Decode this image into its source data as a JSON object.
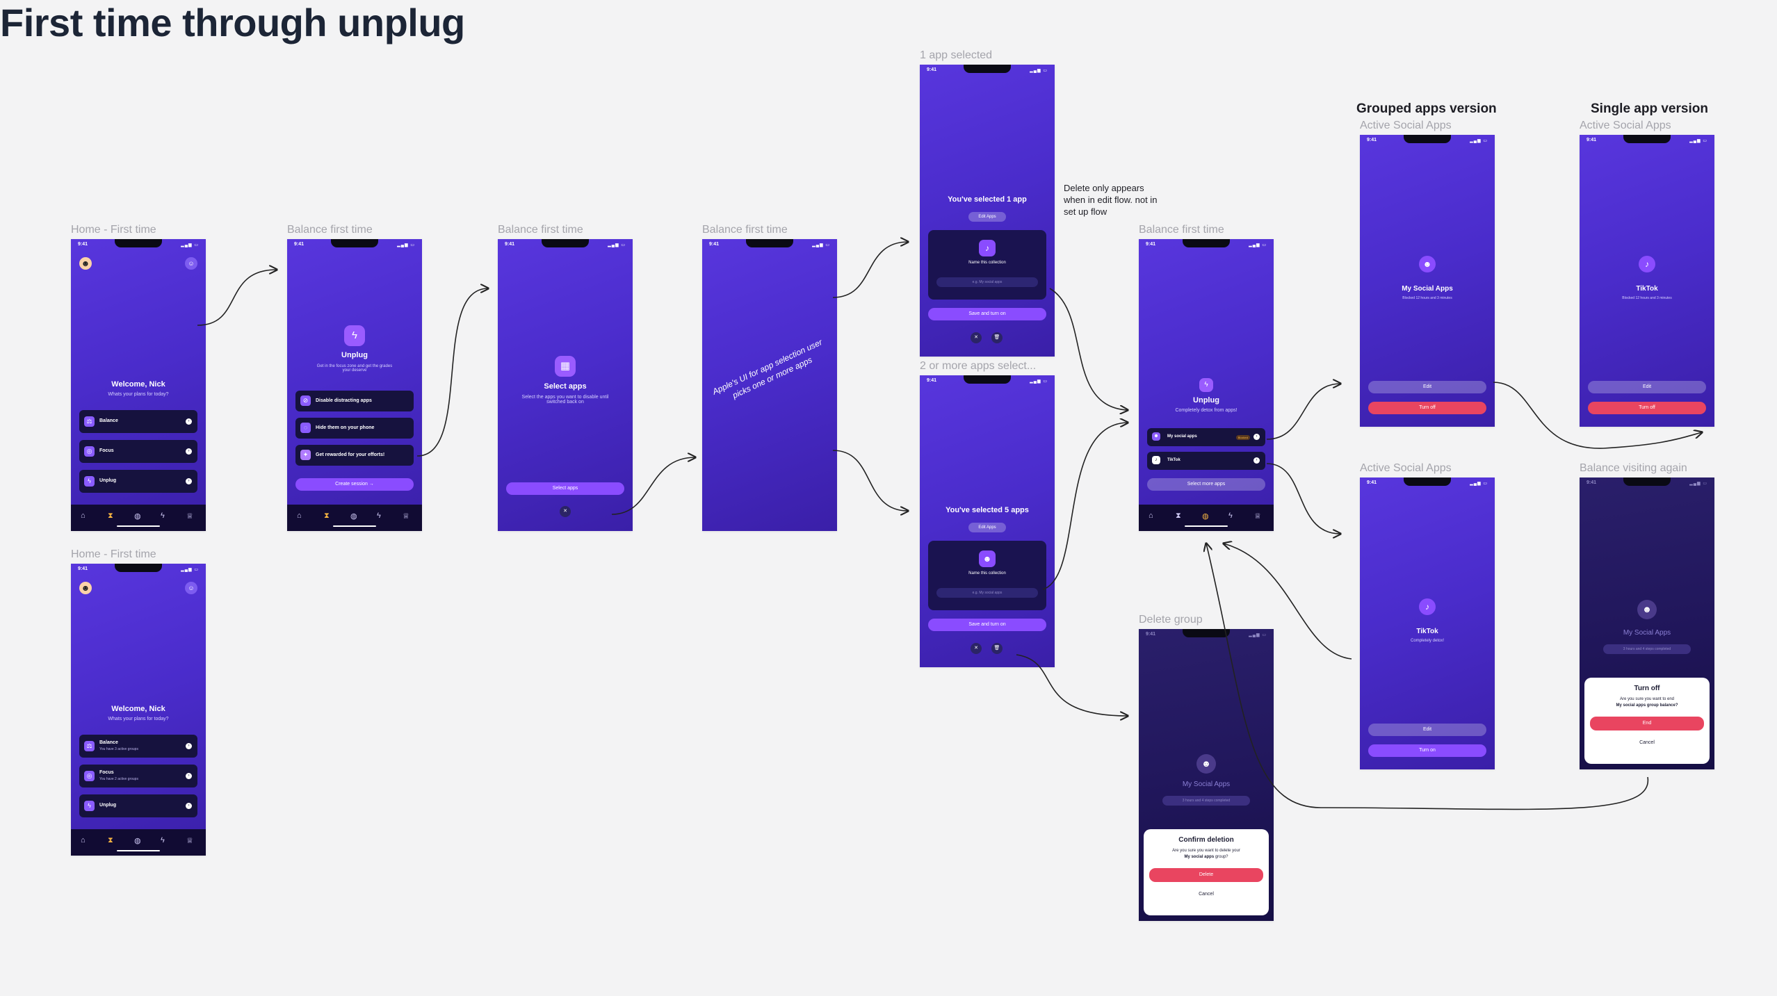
{
  "title": "First time through unplug",
  "labels": {
    "home1": "Home - First time",
    "bal1": "Balance first time",
    "bal2": "Balance first time",
    "bal3": "Balance first time",
    "sel1": "1 app selected",
    "sel5": "2 or more apps select...",
    "bal4": "Balance first time",
    "delgroup": "Delete group",
    "home2": "Home - First time",
    "grouped_heading": "Grouped apps version",
    "single_heading": "Single app version",
    "active1": "Active  Social Apps",
    "active2": "Active  Social Apps",
    "active3": "Active  Social Apps",
    "visiting": "Balance visiting again"
  },
  "note": "Delete only appears when in edit flow. not in set up flow",
  "status": {
    "time": "9:41",
    "signal": "▂▄▆ ▭"
  },
  "tabs": [
    "⌂",
    "⧗",
    "◍",
    "ϟ",
    "♕"
  ],
  "home": {
    "welcome": "Welcome, Nick",
    "subtitle": "Whats your plans for today?",
    "items": [
      "Balance",
      "Focus",
      "Unplug"
    ],
    "items_detail": [
      {
        "label": "Balance",
        "sub": "You have 3 active groups"
      },
      {
        "label": "Focus",
        "sub": "You have 2 active groups"
      },
      {
        "label": "Unplug",
        "sub": ""
      }
    ],
    "avatar": "☻",
    "user_icon": "☺"
  },
  "unplug_intro": {
    "icon": "ϟ",
    "title": "Unplug",
    "subtitle": "Get in the focus zone and get the grades your deserve",
    "features": [
      "Disable distracting apps",
      "Hide them on your phone",
      "Get rewarded for your efforts!"
    ],
    "cta": "Create session →"
  },
  "select_apps": {
    "icon": "▦",
    "title": "Select apps",
    "subtitle": "Select the apps you want to disable until switched back on",
    "cta": "Select apps",
    "close": "✕"
  },
  "apple_ui_note": "Apple's UI for app selection user picks one or more apps",
  "selected1": {
    "title": "You've selected 1 app",
    "edit": "Edit Apps",
    "icon": "♪",
    "name_label": "Name this collection",
    "placeholder": "e.g. My social apps",
    "cta": "Save and turn on",
    "close": "✕",
    "trash": "🗑"
  },
  "selected5": {
    "title": "You've selected 5 apps",
    "edit": "Edit Apps",
    "icon": "☻",
    "name_label": "Name this collection",
    "placeholder": "e.g. My social apps",
    "cta": "Save and turn on",
    "close": "✕",
    "trash": "🗑"
  },
  "balance4": {
    "icon": "ϟ",
    "title": "Unplug",
    "subtitle": "Completely detox from apps!",
    "rows": [
      {
        "label": "My social apps",
        "badge": "Blocked"
      },
      {
        "label": "TikTok",
        "badge": ""
      }
    ],
    "cta": "Select more apps"
  },
  "delete_group": {
    "app_name": "My Social Apps",
    "pill": "3 hours and 4 steps completed",
    "sheet_title": "Confirm deletion",
    "sheet_text1": "Are you sure you want to delete your",
    "sheet_text2": "My social apps",
    "sheet_text3": "group?",
    "delete": "Delete",
    "cancel": "Cancel"
  },
  "grouped_active": {
    "name": "My Social Apps",
    "sub": "Blocked 12 hours and 3 minutes",
    "edit": "Edit",
    "turnoff": "Turn off"
  },
  "single_active": {
    "name": "TikTok",
    "sub": "Blocked 12 hours and 3 minutes",
    "edit": "Edit",
    "turnoff": "Turn off"
  },
  "tiktok_detox": {
    "name": "TikTok",
    "sub": "Completely detox!",
    "edit": "Edit",
    "turnon": "Turn on"
  },
  "turn_off_sheet": {
    "name": "My Social Apps",
    "pill": "3 hours and 4 steps completed",
    "title": "Turn off",
    "text1": "Are you sure you want to end",
    "text2": "My social apps group balance?",
    "end": "End",
    "cancel": "Cancel"
  },
  "colors": {
    "background": "#f3f3f4",
    "accent": "#8a4cff",
    "danger": "#e94560",
    "phone": "#4a2ccb"
  }
}
